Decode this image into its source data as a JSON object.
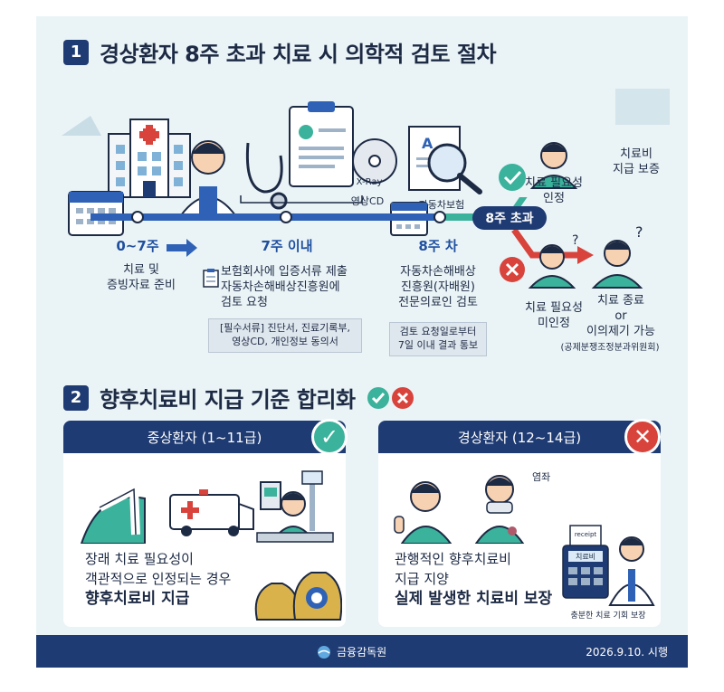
{
  "section1": {
    "number": "1",
    "title": "경상환자 8주 초과 치료 시 의학적 검토 절차",
    "xray_label": "X-Ray",
    "cd_label": "영상CD",
    "insurer_label": "자동차보험",
    "doc_letter": "A",
    "stages": [
      {
        "period": "0~7주",
        "desc_lines": [
          "치료 및",
          "증빙자료 준비"
        ]
      },
      {
        "period": "7주 이내",
        "desc_lines": [
          "보험회사에 입증서류 제출",
          "자동차손해배상진흥원에",
          "검토 요청"
        ],
        "note_lines": [
          "[필수서류] 진단서, 진료기록부,",
          "영상CD, 개인정보 동의서"
        ]
      },
      {
        "period": "8주 차",
        "desc_lines": [
          "자동차손해배상",
          "진흥원(자배원)",
          "전문의료인 검토"
        ],
        "note_lines": [
          "검토 요청일로부터",
          "7일 이내 결과 통보"
        ]
      }
    ],
    "over_label": "8주 초과",
    "approved": {
      "person_lines": [
        "치료 필요성",
        "인정"
      ],
      "result_lines": [
        "치료비",
        "지급 보증"
      ]
    },
    "rejected": {
      "person_lines": [
        "치료 필요성",
        "미인정"
      ],
      "result_lines": [
        "치료 종료",
        "or",
        "이의제기 가능"
      ],
      "result_note": "(공제분쟁조정분과위원회)"
    }
  },
  "section2": {
    "number": "2",
    "title": "향후치료비 지급 기준 합리화",
    "left": {
      "header": "중상환자 (1~11급)",
      "lines": [
        "장래 치료 필요성이",
        "객관적으로 인정되는 경우",
        "향후치료비 지급"
      ]
    },
    "right": {
      "header": "경상환자 (12~14급)",
      "sprain_label": "염좌",
      "receipt_label": "receipt",
      "device_label": "치료비",
      "lines": [
        "관행적인 향후치료비",
        "지급 지양",
        "실제 발생한 치료비 보장"
      ],
      "caption": "충분한 치료 기회 보장"
    }
  },
  "footer": {
    "org": "금융감독원",
    "date": "2026.9.10. 시행"
  },
  "colors": {
    "navy": "#1f3b73",
    "teal": "#3bb29b",
    "red": "#d8433c",
    "timeline": "#2f62b6"
  }
}
